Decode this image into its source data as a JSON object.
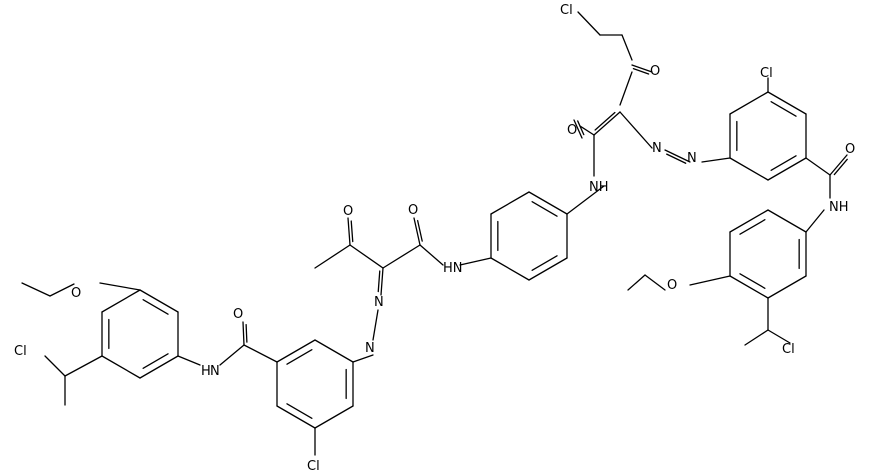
{
  "structure": {
    "atom_labels": {
      "cl_top": "Cl",
      "o_ketone_top": "O",
      "o_amide_top": "O",
      "nh_top": "NH",
      "n_azo_right_1": "N",
      "n_azo_right_2": "N",
      "cl_ring_right": "Cl",
      "o_amide_right": "O",
      "nh_right": "NH",
      "o_ether_right": "O",
      "cl_side_right": "Cl",
      "o_ketone_mid": "O",
      "o_amide_mid": "O",
      "nh_mid": "HN",
      "n_azo_left_1": "N",
      "n_azo_left_2": "N",
      "o_ether_left": "O",
      "cl_side_left": "Cl",
      "o_amide_left": "O",
      "nh_left": "N",
      "h_left": "H",
      "cl_ring_left": "Cl"
    }
  }
}
